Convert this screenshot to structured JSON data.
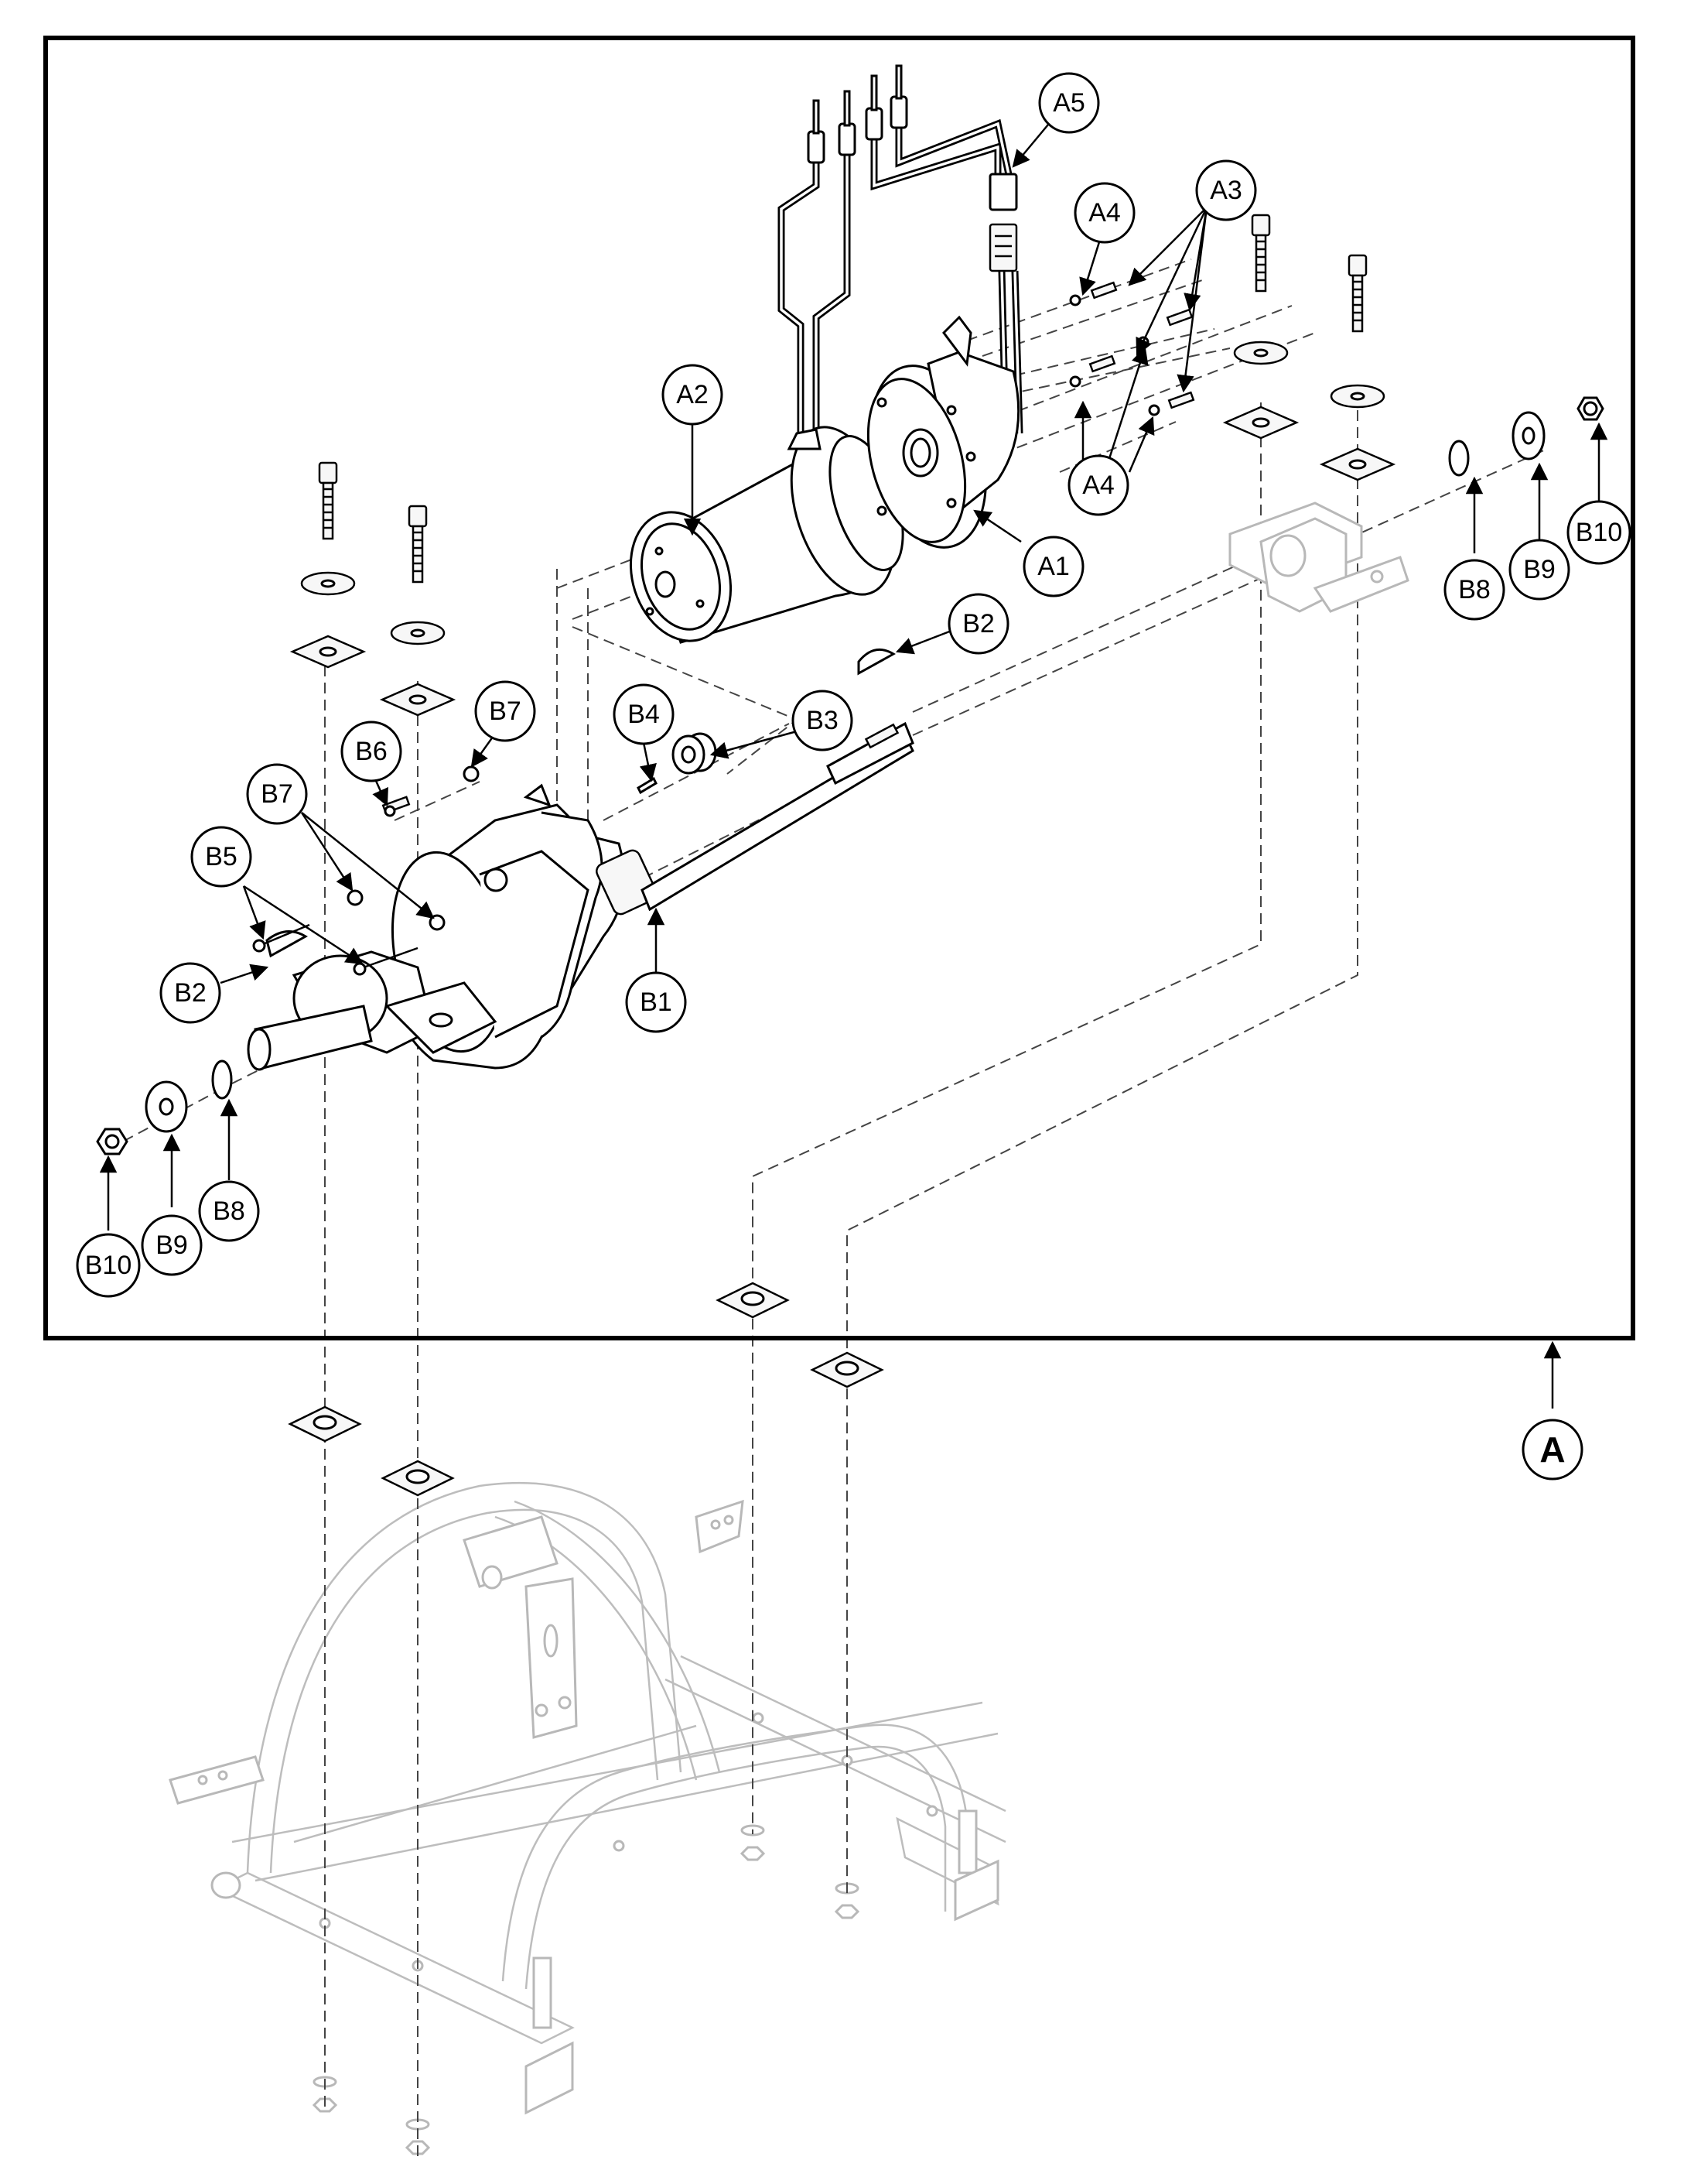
{
  "assembly_label": "A",
  "callouts": {
    "A1": "A1",
    "A2": "A2",
    "A3": "A3",
    "A4_top": "A4",
    "A4_bottom": "A4",
    "A5": "A5",
    "B1": "B1",
    "B2_right": "B2",
    "B2_left": "B2",
    "B3": "B3",
    "B4": "B4",
    "B5": "B5",
    "B6": "B6",
    "B7_top": "B7",
    "B7_left": "B7",
    "B8_right": "B8",
    "B8_left": "B8",
    "B9_right": "B9",
    "B9_left": "B9",
    "B10_right": "B10",
    "B10_left": "B10"
  },
  "colors": {
    "line": "#000000",
    "frame_ghost": "#b8b8b8",
    "leader_dash": "#444444"
  }
}
